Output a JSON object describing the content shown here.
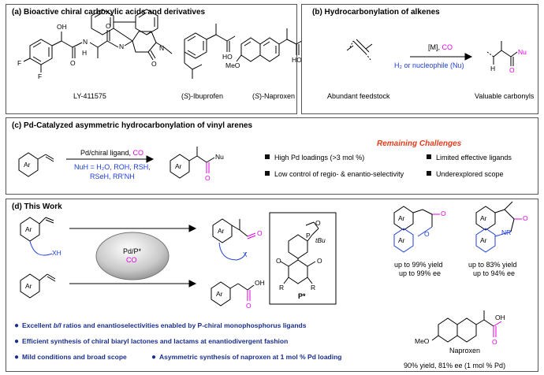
{
  "panel_a": {
    "title": "(a) Bioactive chiral carboxylic acids and derivatives",
    "compounds": [
      {
        "name": "LY-411575"
      },
      {
        "prefix": "(",
        "stereo": "S",
        "name": ")-Ibuprofen"
      },
      {
        "prefix": "(",
        "stereo": "S",
        "name": ")-Naproxen"
      }
    ],
    "atoms": {
      "F": "F",
      "OH": "OH",
      "H": "H",
      "N": "N",
      "O": "O",
      "HO": "HO",
      "MeO": "MeO"
    }
  },
  "panel_b": {
    "title": "(b) Hydrocarbonylation of alkenes",
    "arrow_top_prefix": "[M], ",
    "arrow_top_co": "CO",
    "arrow_bottom": "H₂ or nucleophile (Nu)",
    "left_label": "Abundant feedstock",
    "right_label": "Valuable carbonyls",
    "atoms": {
      "H": "H",
      "Nu": "Nu",
      "O": "O"
    }
  },
  "panel_c": {
    "title": "(c) Pd-Catalyzed asymmetric hydrocarbonylation of vinyl arenes",
    "arrow_top_prefix": "Pd/chiral ligand, ",
    "arrow_top_co": "CO",
    "nu_line1": "NuH = H₂O, ROH, RSH,",
    "nu_line2": "RSeH, RR'NH",
    "atoms": {
      "Ar": "Ar",
      "Nu": "Nu",
      "O": "O"
    },
    "challenges_title": "Remaining Challenges",
    "challenges": [
      "High Pd loadings (>3 mol %)",
      "Limited effective ligands",
      "Low control of regio- & enantio-selectivity",
      "Underexplored scope"
    ]
  },
  "panel_d": {
    "title": "(d) This Work",
    "catalyst": "Pd/P*",
    "catalyst_co": "CO",
    "substrate_xh": "XH",
    "product_atoms": {
      "Ar": "Ar",
      "X": "X",
      "O": "O",
      "OH": "OH"
    },
    "ligand": {
      "label": "P*",
      "P": "P",
      "tBu": "tBu",
      "O": "O",
      "R": "R"
    },
    "lactone": {
      "yield": "up to 99% yield",
      "ee": "up to 99% ee"
    },
    "lactam": {
      "yield": "up to 83% yield",
      "ee": "up to 94% ee",
      "nr": "NR"
    },
    "naproxen": {
      "name": "Naproxen",
      "result": "90% yield, 81% ee (1 mol % Pd)",
      "meo": "MeO",
      "oh": "OH",
      "o": "O"
    },
    "bullets": [
      {
        "pre": "Excellent ",
        "italic": "b/l",
        "post": " ratios and enantioselectivities enabled by P-chiral monophosphorus ligands"
      },
      {
        "pre": "Efficient synthesis of chiral biaryl lactones and lactams at enantiodivergent fashion",
        "italic": "",
        "post": ""
      },
      {
        "pre": "Mild conditions and broad scope",
        "italic": "",
        "post": ""
      },
      {
        "pre": "Asymmetric synthesis of naproxen at 1 mol % Pd loading",
        "italic": "",
        "post": ""
      }
    ]
  }
}
